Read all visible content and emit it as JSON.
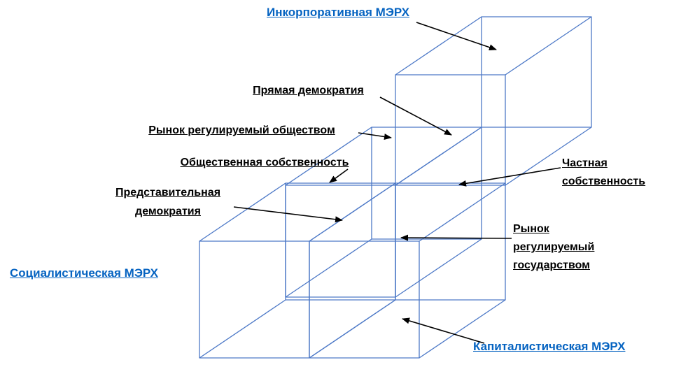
{
  "diagram": {
    "colors": {
      "background": "#ffffff",
      "cube_stroke": "#4d79c7",
      "label_text": "#000000",
      "link_text": "#0563c1",
      "arrow": "#000000"
    },
    "labels": {
      "incorporative_merh": "Инкорпоративная МЭРХ",
      "direct_democracy": "Прямая демократия",
      "market_regulated_by_society": "Рынок регулируемый обществом",
      "public_property": "Общественная собственность",
      "representative_democracy": {
        "line1": "Представительная",
        "line2": "демократия"
      },
      "private_property": {
        "line1": "Частная",
        "line2": "собственность"
      },
      "market_regulated_by_state": {
        "line1": "Рынок",
        "line2": "регулируемый",
        "line3": "государством"
      },
      "socialist_merh": "Социалистическая МЭРХ",
      "capitalist_merh": "Капиталистическая МЭРХ"
    }
  }
}
